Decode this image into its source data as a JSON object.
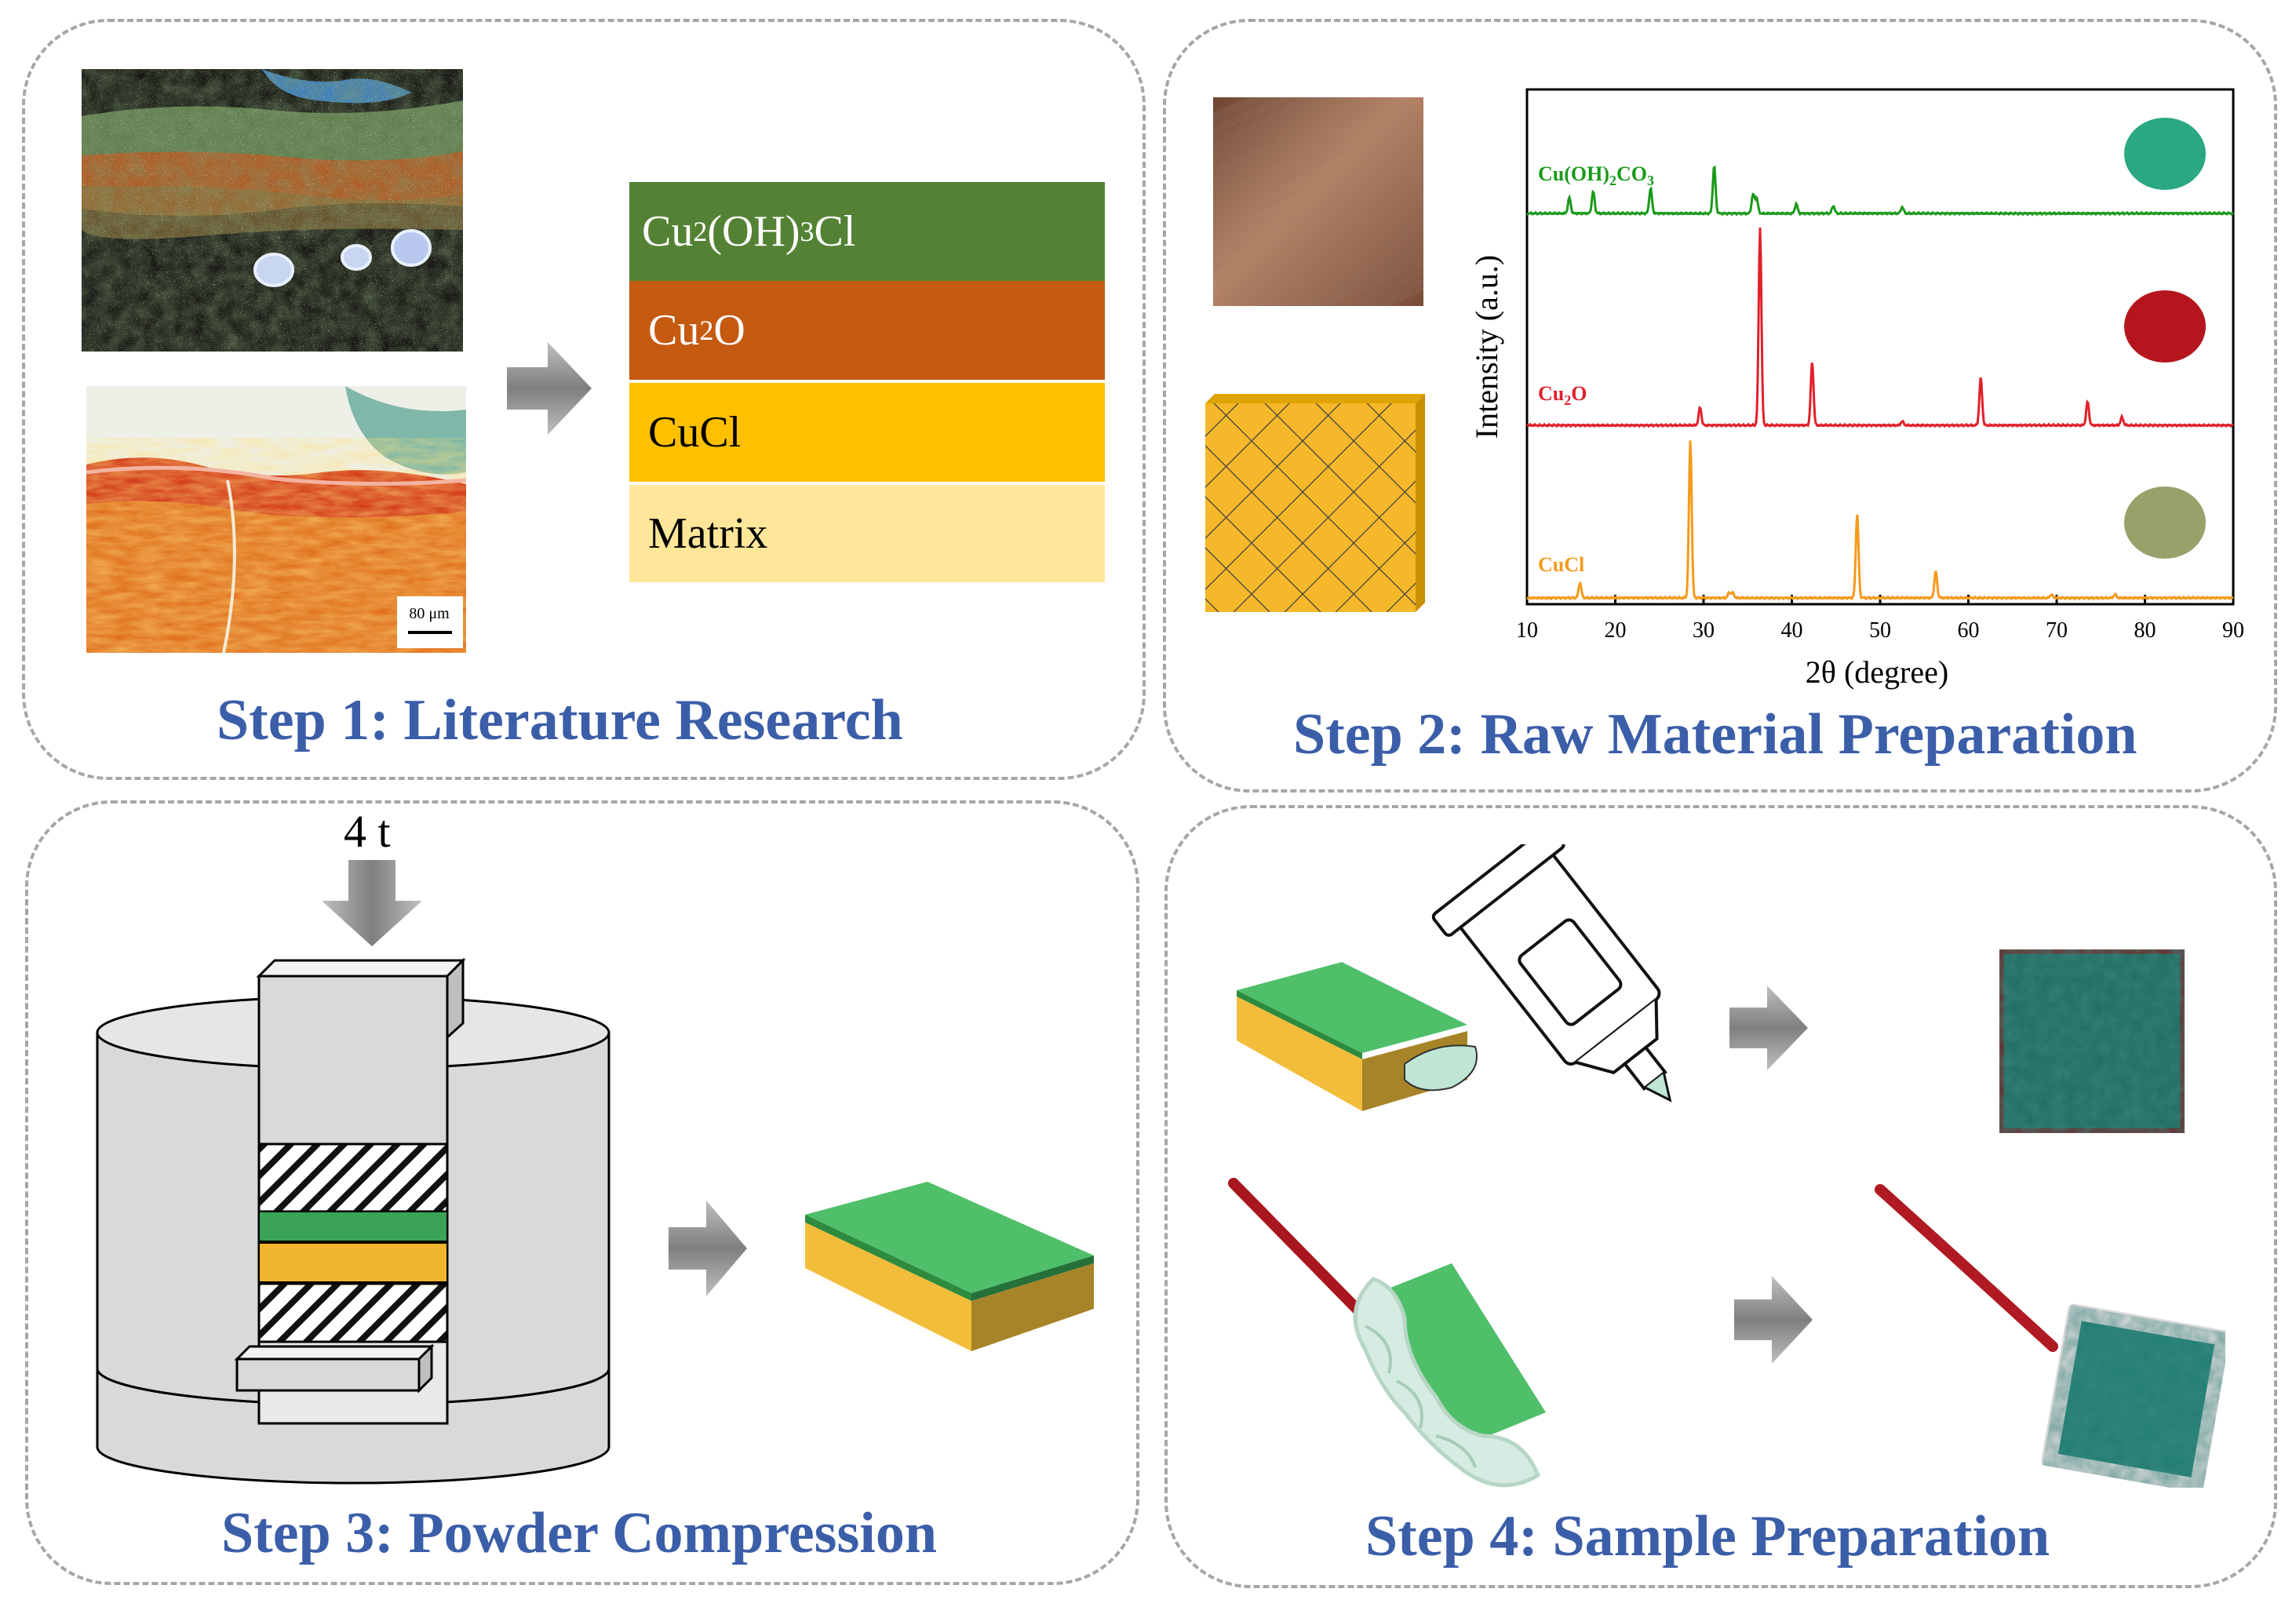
{
  "steps": {
    "s1": "Step 1: Literature Research",
    "s2": "Step 2: Raw Material Preparation",
    "s3": "Step 3: Powder Compression",
    "s4": "Step 4: Sample Preparation"
  },
  "step1": {
    "scale_bar_label": "80 μm",
    "layers": [
      {
        "base": "Cu",
        "sub1": "2",
        "mid": "(OH)",
        "sub2": "3",
        "tail": "Cl",
        "color": "#548235",
        "text_color": "#ffffff"
      },
      {
        "base": "Cu",
        "sub1": "2",
        "mid": "O",
        "sub2": "",
        "tail": "",
        "color": "#c55a11",
        "text_color": "#ffffff"
      },
      {
        "base": "CuCl",
        "sub1": "",
        "mid": "",
        "sub2": "",
        "tail": "",
        "color": "#ffc000",
        "text_color": "#000000"
      },
      {
        "base": "Matrix",
        "sub1": "",
        "mid": "",
        "sub2": "",
        "tail": "",
        "color": "#ffe699",
        "text_color": "#000000"
      }
    ]
  },
  "step3": {
    "load_label": "4 t"
  },
  "chart_data": {
    "type": "line",
    "xlabel": "2θ (degree)",
    "ylabel": "Intensity (a.u.)",
    "xlim": [
      10,
      90
    ],
    "xticks": [
      10,
      20,
      30,
      40,
      50,
      60,
      70,
      80,
      90
    ],
    "series": [
      {
        "name": "Cu(OH)2CO3",
        "label_parts": [
          "Cu(OH)",
          "2",
          "CO",
          "3"
        ],
        "color": "#1a9a1a",
        "powder_color": "#2aa882",
        "peaks": [
          [
            14.8,
            0.25
          ],
          [
            17.5,
            0.35
          ],
          [
            24.0,
            0.4
          ],
          [
            31.2,
            0.75
          ],
          [
            35.6,
            0.3
          ],
          [
            36.0,
            0.25
          ],
          [
            40.5,
            0.15
          ],
          [
            44.7,
            0.12
          ],
          [
            52.5,
            0.1
          ]
        ]
      },
      {
        "name": "Cu2O",
        "label_parts": [
          "Cu",
          "2",
          "O",
          ""
        ],
        "color": "#e0202a",
        "powder_color": "#b5161e",
        "peaks": [
          [
            29.6,
            0.09
          ],
          [
            36.4,
            1.0
          ],
          [
            42.3,
            0.32
          ],
          [
            52.5,
            0.02
          ],
          [
            61.4,
            0.24
          ],
          [
            73.5,
            0.12
          ],
          [
            77.4,
            0.04
          ]
        ]
      },
      {
        "name": "CuCl",
        "label_parts": [
          "CuCl",
          "",
          "",
          ""
        ],
        "color": "#f59a1c",
        "powder_color": "#9aa06a",
        "peaks": [
          [
            16.0,
            0.09
          ],
          [
            28.5,
            0.94
          ],
          [
            32.9,
            0.03
          ],
          [
            33.3,
            0.03
          ],
          [
            47.4,
            0.5
          ],
          [
            56.3,
            0.16
          ],
          [
            69.4,
            0.02
          ],
          [
            76.6,
            0.02
          ]
        ]
      }
    ]
  }
}
